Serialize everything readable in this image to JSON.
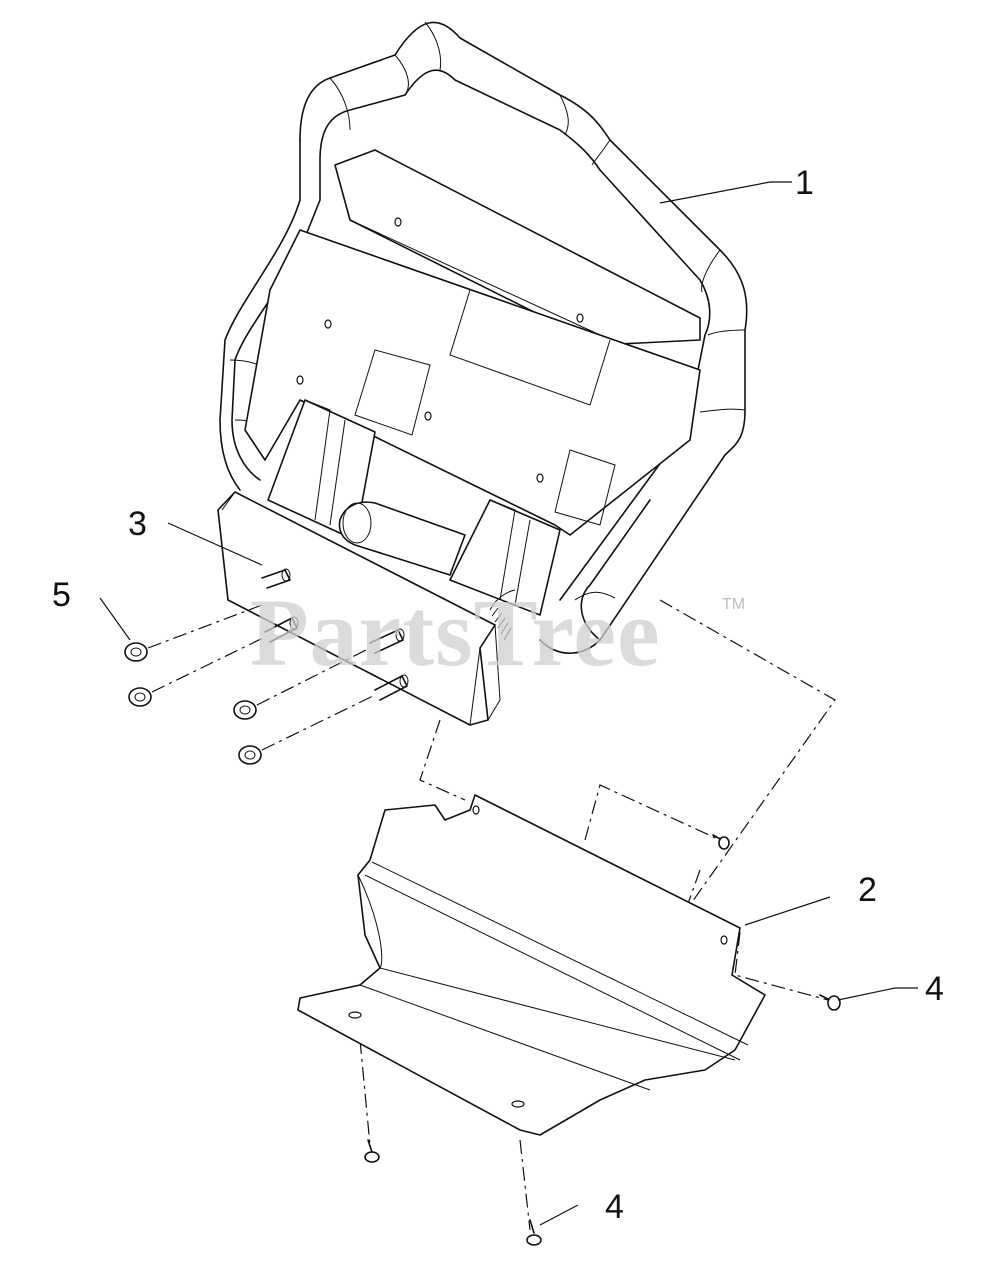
{
  "callouts": {
    "c1": "1",
    "c2": "2",
    "c3": "3",
    "c4a": "4",
    "c4b": "4",
    "c5": "5"
  },
  "watermark": {
    "text": "PartsTree",
    "tm": "TM"
  }
}
